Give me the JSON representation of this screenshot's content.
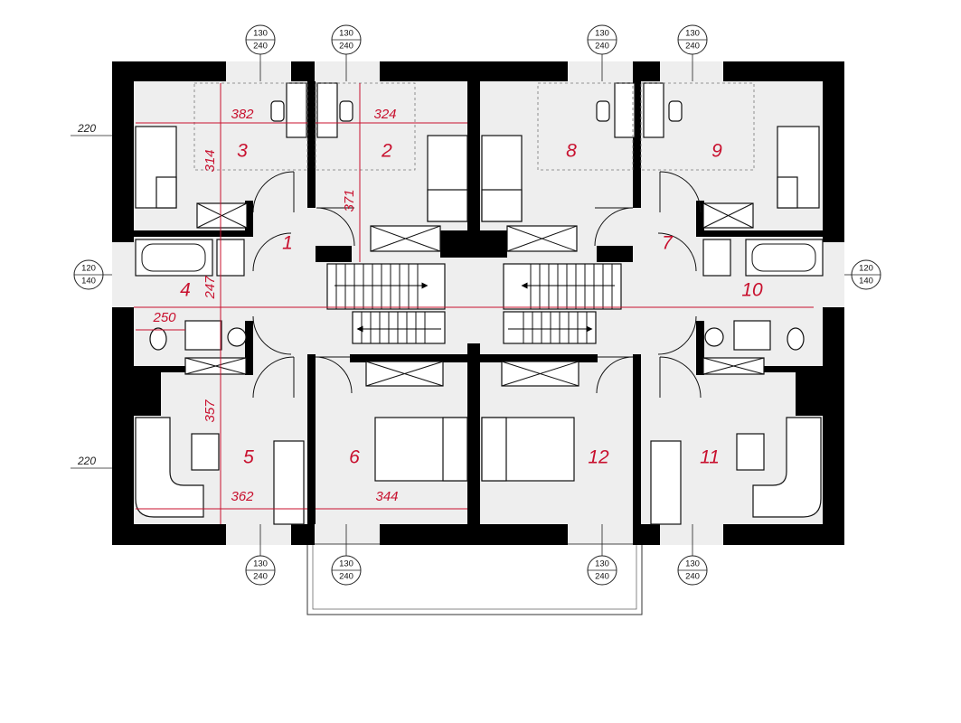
{
  "rooms": [
    {
      "num": "1"
    },
    {
      "num": "2"
    },
    {
      "num": "3"
    },
    {
      "num": "4"
    },
    {
      "num": "5"
    },
    {
      "num": "6"
    },
    {
      "num": "7"
    },
    {
      "num": "8"
    },
    {
      "num": "9"
    },
    {
      "num": "10"
    },
    {
      "num": "11"
    },
    {
      "num": "12"
    }
  ],
  "dimensions": {
    "d382": "382",
    "d324": "324",
    "d314": "314",
    "d371": "371",
    "d247": "247",
    "d250": "250",
    "d357": "357",
    "d362": "362",
    "d344": "344"
  },
  "elevations": {
    "top": "220",
    "bottom": "220"
  },
  "windows": {
    "w130_240": {
      "top": "130",
      "bottom": "240"
    },
    "w120_140": {
      "top": "120",
      "bottom": "140"
    }
  }
}
